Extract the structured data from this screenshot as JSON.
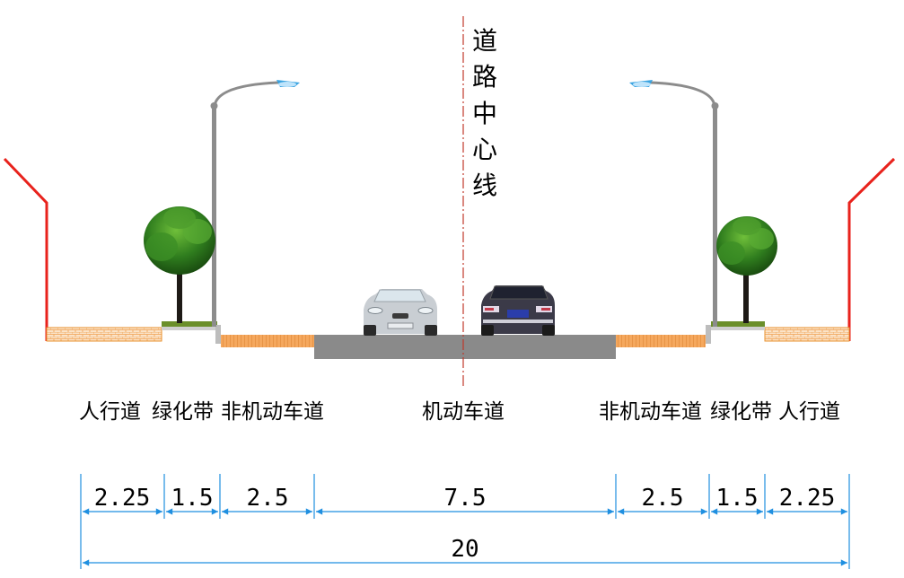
{
  "center_line_label": [
    "道",
    "路",
    "中",
    "心",
    "线"
  ],
  "zone_labels": {
    "left_sidewalk": "人行道",
    "left_green_belt": "绿化带",
    "left_non_motor_lane": "非机动车道",
    "motor_lane": "机动车道",
    "right_non_motor_lane": "非机动车道",
    "right_green_belt": "绿化带",
    "right_sidewalk": "人行道"
  },
  "dimensions": {
    "left_sidewalk": "2.25",
    "left_green_belt": "1.5",
    "left_non_motor_lane": "2.5",
    "motor_lane": "7.5",
    "right_non_motor_lane": "2.5",
    "right_green_belt": "1.5",
    "right_sidewalk": "2.25",
    "total": "20"
  },
  "colors": {
    "property_line": "#e8221c",
    "center_line": "#c0392b",
    "dimension_line": "#1f8fe0",
    "asphalt": "#8a8a8a",
    "paving": "#f2a35a",
    "pole": "#8c8c8c",
    "tree": "#2f7d1e"
  }
}
